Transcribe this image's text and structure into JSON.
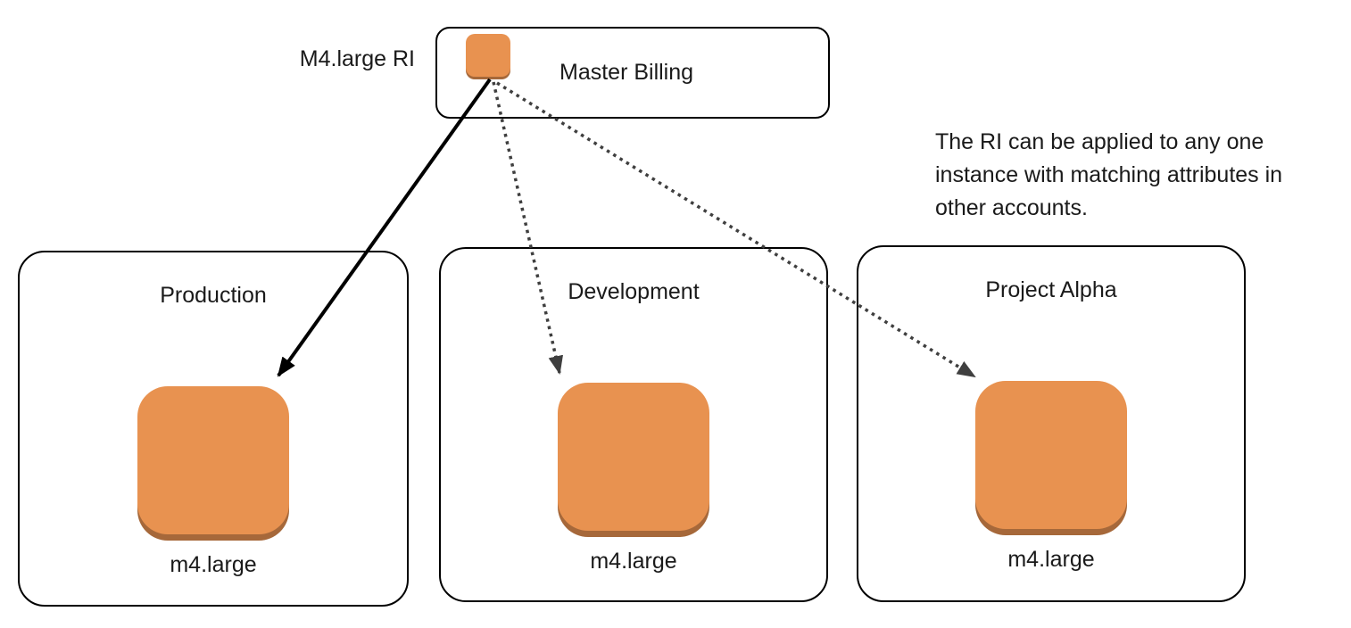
{
  "diagram": {
    "ri_label": "M4.large RI",
    "master_box": {
      "title": "Master Billing"
    },
    "annotation": {
      "lines": [
        "The RI can be applied to any one",
        "instance with matching attributes in",
        "other accounts."
      ]
    },
    "accounts": [
      {
        "name": "Production",
        "instance_type": "m4.large"
      },
      {
        "name": "Development",
        "instance_type": "m4.large"
      },
      {
        "name": "Project Alpha",
        "instance_type": "m4.large"
      }
    ],
    "arrows": [
      {
        "type": "solid",
        "from": "master-billing-ri",
        "to": "production-instance"
      },
      {
        "type": "dotted",
        "from": "master-billing-ri",
        "to": "development-instance"
      },
      {
        "type": "dotted",
        "from": "master-billing-ri",
        "to": "project-alpha-instance"
      }
    ],
    "icons": {
      "reserved_instance": "orange-rounded-square",
      "ec2_instance": "orange-rounded-square"
    },
    "colors": {
      "instance_fill": "#E89250",
      "instance_rim": "#A6683A",
      "solid_arrow": "#000000",
      "dotted_arrow": "#3F3F3F",
      "box_border": "#000000",
      "background": "#FFFFFF",
      "text": "#1A1A1A"
    }
  }
}
